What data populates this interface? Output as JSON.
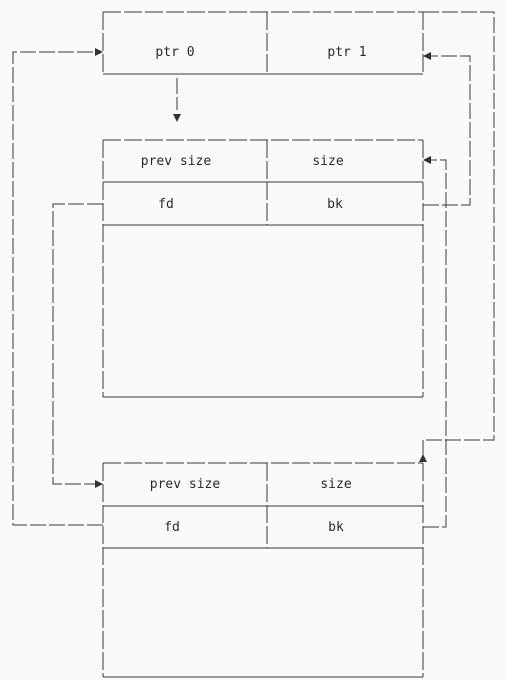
{
  "top_block": {
    "ptr0": "ptr 0",
    "ptr1": "ptr 1"
  },
  "chunk_a": {
    "prev_size": "prev size",
    "size": "size",
    "fd": "fd",
    "bk": "bk"
  },
  "chunk_b": {
    "prev_size": "prev size",
    "size": "size",
    "fd": "fd",
    "bk": "bk"
  },
  "colors": {
    "line": "#3a3a3a",
    "background": "#fafafa"
  }
}
